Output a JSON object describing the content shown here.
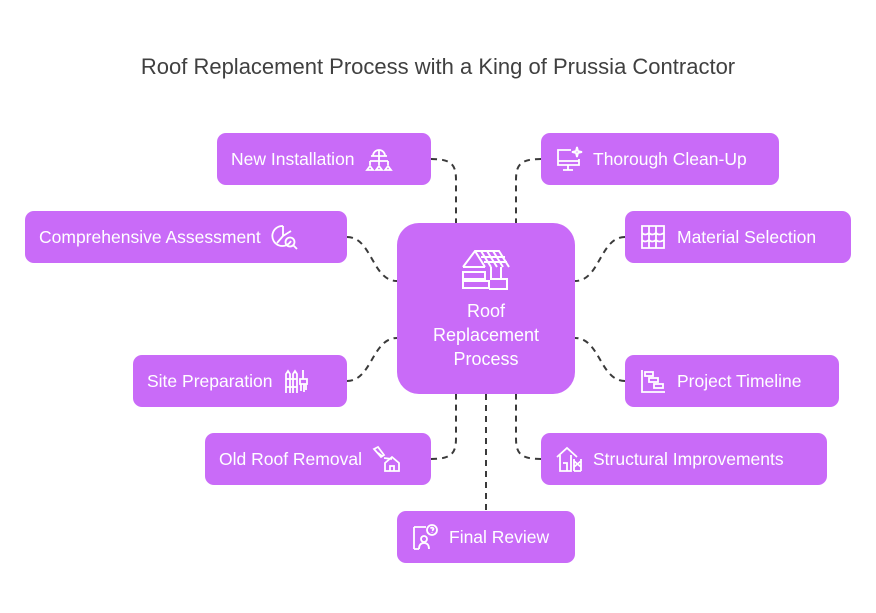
{
  "title": "Roof Replacement Process with a King of Prussia Contractor",
  "center": {
    "label": "Roof Replacement Process",
    "icon": "roof-house-icon"
  },
  "nodes": {
    "new_installation": {
      "label": "New Installation",
      "icon": "hardhat-network-icon"
    },
    "thorough_cleanup": {
      "label": "Thorough Clean-Up",
      "icon": "monitor-sparkle-icon"
    },
    "comprehensive_assessment": {
      "label": "Comprehensive Assessment",
      "icon": "chart-magnifier-icon"
    },
    "material_selection": {
      "label": "Material Selection",
      "icon": "roof-tiles-icon"
    },
    "site_preparation": {
      "label": "Site Preparation",
      "icon": "fence-brush-icon"
    },
    "project_timeline": {
      "label": "Project Timeline",
      "icon": "gantt-chart-icon"
    },
    "old_roof_removal": {
      "label": "Old Roof Removal",
      "icon": "hammer-house-icon"
    },
    "structural_improvements": {
      "label": "Structural Improvements",
      "icon": "house-scaffold-icon"
    },
    "final_review": {
      "label": "Final Review",
      "icon": "person-question-icon"
    }
  },
  "colors": {
    "node": "#C96BF8",
    "connector": "#3a3a3a",
    "title": "#404040"
  }
}
